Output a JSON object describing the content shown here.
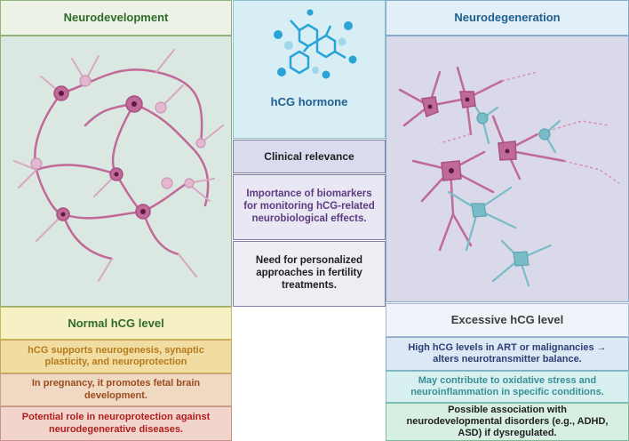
{
  "left": {
    "title": "Neurodevelopment",
    "subtitle": "Normal hCG level",
    "items": [
      "hCG supports neurogenesis, synaptic plasticity, and neuroprotection",
      "In pregnancy, it promotes fetal brain development.",
      "Potential role in neuroprotection against neurodegenerative diseases."
    ]
  },
  "center": {
    "title": "hCG hormone",
    "clinical_title": "Clinical relevance",
    "items": [
      "Importance of biomarkers for monitoring hCG-related neurobiological effects.",
      "Need for personalized approaches in fertility treatments."
    ]
  },
  "right": {
    "title": "Neurodegeneration",
    "subtitle": "Excessive hCG level",
    "items": [
      "High hCG levels in ART or malignancies → alters neurotransmitter balance.",
      "May contribute to oxidative stress and neuroinflammation in specific conditions.",
      "Possible association with neurodevelopmental disorders (e.g., ADHD, ASD) if dysregulated."
    ]
  },
  "colors": {
    "green_dark": "#2f6b2a",
    "blue_dark": "#1f5f8f",
    "purple_dark": "#3f3f6a",
    "pink_neuron": "#c06a99",
    "teal_neuron": "#78bcc7",
    "molecule": "#2aa3d6"
  }
}
